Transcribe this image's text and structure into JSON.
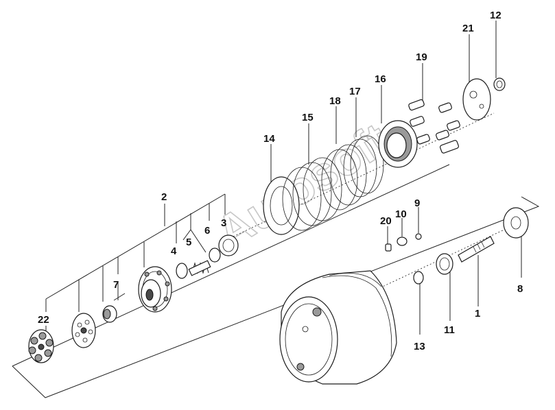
{
  "diagram": {
    "watermark": "Autosoft",
    "labels": {
      "p1": "1",
      "p2": "2",
      "p3": "3",
      "p4": "4",
      "p5": "5",
      "p6": "6",
      "p7": "7",
      "p8": "8",
      "p9": "9",
      "p10": "10",
      "p11": "11",
      "p12": "12",
      "p13": "13",
      "p14": "14",
      "p15": "15",
      "p16": "16",
      "p17": "17",
      "p18": "18",
      "p19": "19",
      "p20": "20",
      "p21": "21",
      "p22": "22"
    }
  }
}
